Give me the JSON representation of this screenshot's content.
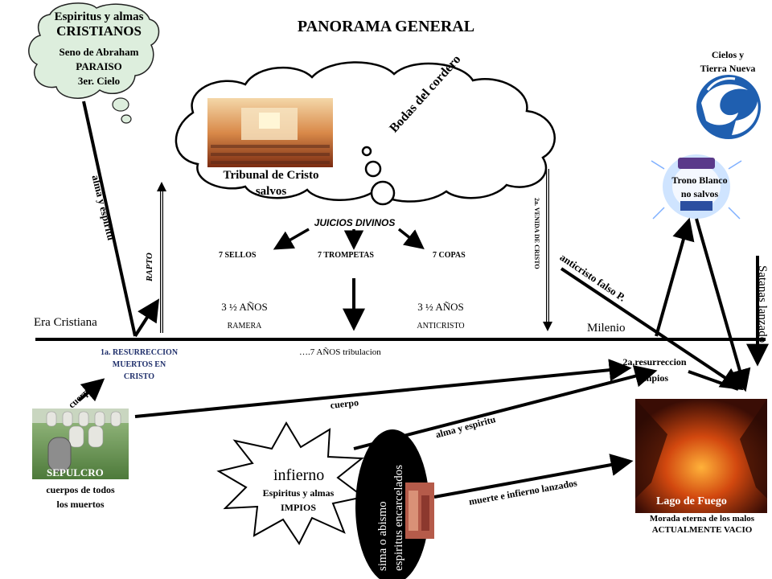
{
  "title": "PANORAMA GENERAL",
  "cloud_topleft": {
    "line1": "Espiritus y almas",
    "line2": "CRISTIANOS",
    "line3": "Seno de Abraham",
    "line4": "PARAISO",
    "line5": "3er. Cielo"
  },
  "cielos": {
    "line1": "Cielos y",
    "line2": "Tierra Nueva"
  },
  "trono": {
    "line1": "Trono Blanco",
    "line2": "no salvos"
  },
  "cloud_center": {
    "tribunal1": "Tribunal de Cristo",
    "tribunal2": "salvos",
    "bodas": "Bodas del cordero"
  },
  "juicios": {
    "title": "JUICIOS DIVINOS",
    "sellos": "7 SELLOS",
    "trompetas": "7 TROMPETAS",
    "copas": "7 COPAS"
  },
  "periods": {
    "left_years": "3 ½ AÑOS",
    "left_label": "RAMERA",
    "right_years": "3 ½ AÑOS",
    "right_label": "ANTICRISTO",
    "tribulacion": "….7 AÑOS tribulacion"
  },
  "timeline": {
    "era": "Era Cristiana",
    "milenio": "Milenio",
    "rapto": "RAPTO",
    "segunda_venida": "2a. VENIDA DE CRISTO",
    "alma_espiritu_top": "alma y espiritu",
    "satanas": "Satanas lanzado",
    "anticristo": "anticristo falso P."
  },
  "resurreccion1": {
    "line1": "1a. RESURRECCION",
    "line2": "MUERTOS EN",
    "line3": "CRISTO"
  },
  "resurreccion2": {
    "line1": "2a.resurreccion",
    "line2": "impios"
  },
  "sepulcro": {
    "label": "SEPULCRO",
    "line1": "cuerpos de todos",
    "line2": "los muertos"
  },
  "labels": {
    "cuerpo_left": "cuerpo",
    "cuerpo_mid": "cuerpo",
    "alma_espiritu_low": "alma y espiritu",
    "muerte_infierno": "muerte e infierno lanzados"
  },
  "infierno": {
    "title": "infierno",
    "line1": "Espiritus y almas",
    "line2": "IMPIOS"
  },
  "abismo": {
    "line1": "sima o abismo",
    "line2": "espiritus encarcelados"
  },
  "lago": {
    "label": "Lago de Fuego",
    "line1": "Morada eterna de los malos",
    "line2": "ACTUALMENTE VACIO"
  }
}
